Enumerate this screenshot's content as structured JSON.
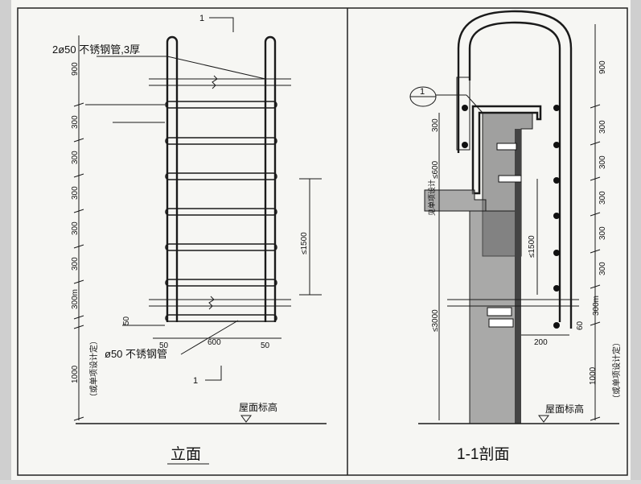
{
  "elevation": {
    "title": "立面",
    "section_mark": "1",
    "section_mark_bottom": "1",
    "pipe_top_label": "2ø50 不锈钢管,3厚",
    "pipe_rung_label": "ø50 不锈钢管",
    "dims_left": [
      "900",
      "300",
      "300",
      "300",
      "300",
      "300",
      "300m",
      "50",
      "1000"
    ],
    "dims_bottom": [
      "50",
      "600",
      "50"
    ],
    "dim_right": "≤1500",
    "side_note": "（或单项设计定）",
    "roof_label": "屋面标高"
  },
  "section": {
    "title": "1-1剖面",
    "callout": "1",
    "note_left": "见单项设计",
    "dims_left": [
      "300",
      "≤600",
      "≤3000"
    ],
    "dim_mid": "≤1500",
    "dims_right": [
      "900",
      "300",
      "300",
      "300",
      "300",
      "300",
      "300m",
      "60",
      "1000"
    ],
    "dim_200": "200",
    "side_note": "（或单项设计定）",
    "roof_label": "屋面标高"
  }
}
